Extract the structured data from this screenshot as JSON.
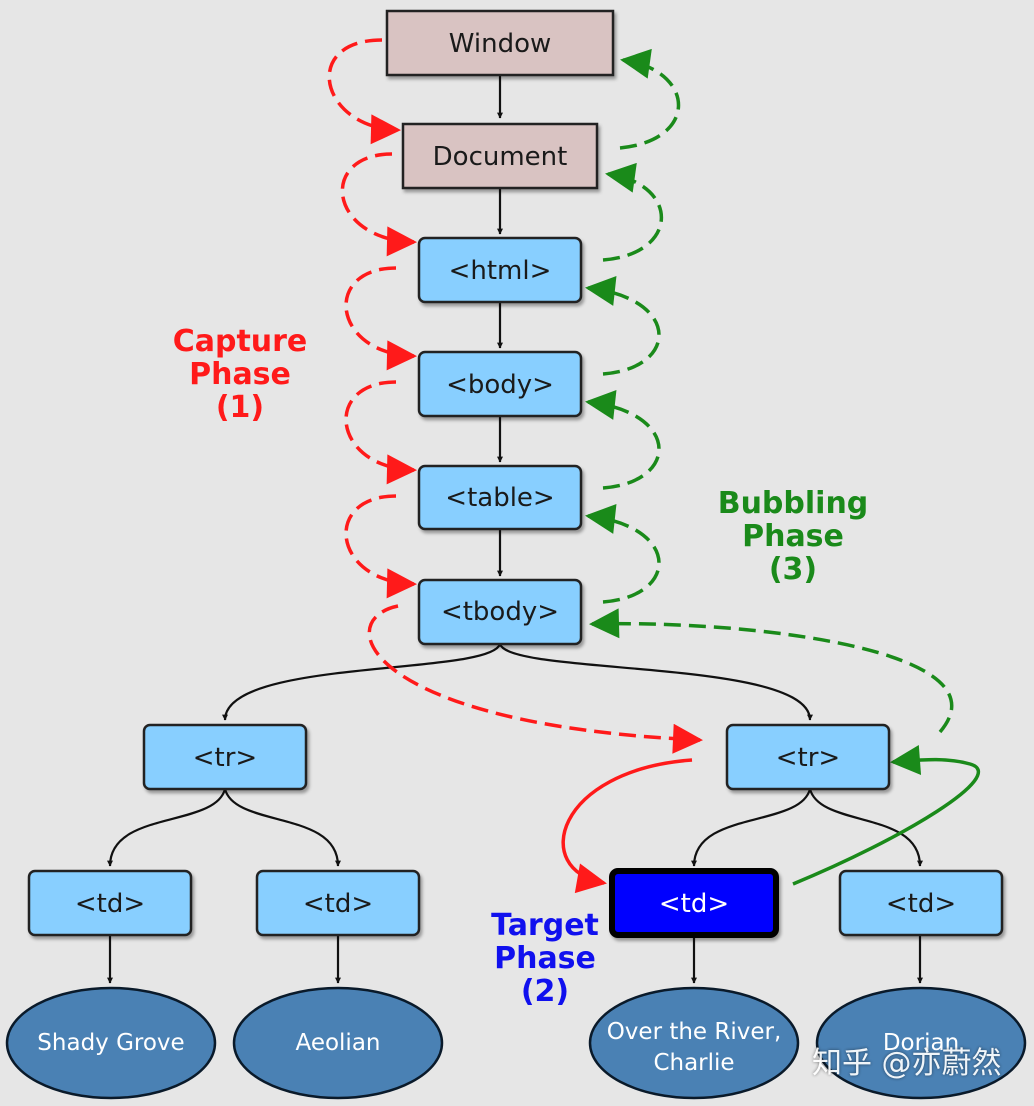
{
  "colors": {
    "background": "#e6e6e6",
    "root_fill": "#d9c3c2",
    "element_fill": "#88cfff",
    "target_fill": "#0000ff",
    "leaf_fill": "#4a81b4",
    "capture": "#ff1a1a",
    "bubbling": "#1a8a1a",
    "target_label": "#1010ee"
  },
  "nodes": {
    "window": "Window",
    "document": "Document",
    "html": "<html>",
    "body": "<body>",
    "table": "<table>",
    "tbody": "<tbody>",
    "tr_left": "<tr>",
    "tr_right": "<tr>",
    "td_1": "<td>",
    "td_2": "<td>",
    "td_target": "<td>",
    "td_4": "<td>"
  },
  "leaves": {
    "shady_grove": "Shady Grove",
    "aeolian": "Aeolian",
    "over_the_river_line1": "Over the River,",
    "over_the_river_line2": "Charlie",
    "dorian": "Dorian"
  },
  "phases": {
    "capture": {
      "line1": "Capture",
      "line2": "Phase",
      "line3": "(1)"
    },
    "bubbling": {
      "line1": "Bubbling",
      "line2": "Phase",
      "line3": "(3)"
    },
    "target": {
      "line1": "Target",
      "line2": "Phase",
      "line3": "(2)"
    }
  },
  "watermark": "知乎 @亦蔚然"
}
